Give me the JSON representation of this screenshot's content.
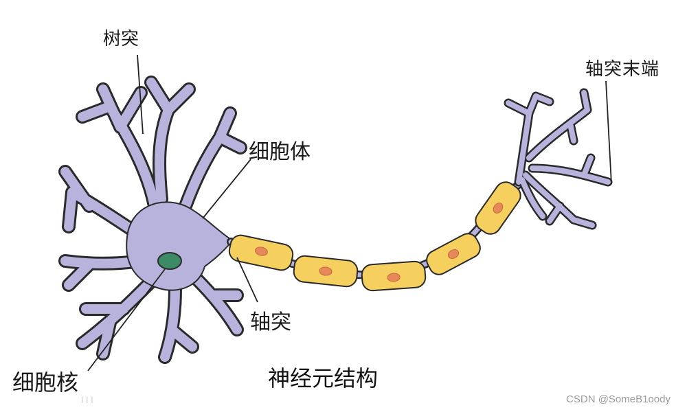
{
  "diagram": {
    "title": "神经元结构",
    "labels": {
      "dendrite": "树突",
      "cell_body": "细胞体",
      "axon": "轴突",
      "nucleus": "细胞核",
      "axon_terminal": "轴突末端"
    },
    "colors": {
      "neuron_body": "#b7b3dc",
      "myelin_sheath": "#f6d05f",
      "myelin_nucleus": "#e6895a",
      "nucleus": "#3c8a66",
      "outline": "#2a2a2a"
    }
  },
  "watermark": "CSDN @SomeB1oody",
  "decor": "l l l"
}
